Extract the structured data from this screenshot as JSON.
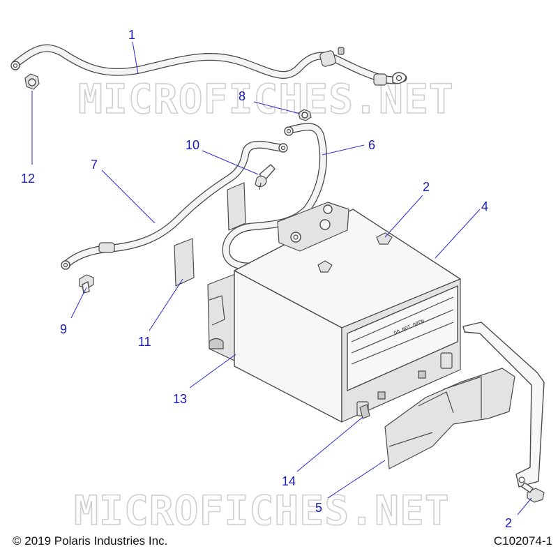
{
  "watermark": "MICROFICHES.NET",
  "callouts": [
    {
      "id": "c1",
      "text": "1"
    },
    {
      "id": "c2a",
      "text": "2"
    },
    {
      "id": "c2b",
      "text": "2"
    },
    {
      "id": "c4",
      "text": "4"
    },
    {
      "id": "c5",
      "text": "5"
    },
    {
      "id": "c6",
      "text": "6"
    },
    {
      "id": "c7",
      "text": "7"
    },
    {
      "id": "c8",
      "text": "8"
    },
    {
      "id": "c9",
      "text": "9"
    },
    {
      "id": "c10",
      "text": "10"
    },
    {
      "id": "c11",
      "text": "11"
    },
    {
      "id": "c12",
      "text": "12"
    },
    {
      "id": "c13",
      "text": "13"
    },
    {
      "id": "c14",
      "text": "14"
    }
  ],
  "battery_label": "DO NOT OPEN",
  "footer": {
    "copyright": "© 2019 Polaris Industries Inc.",
    "figure_id": "C102074-1"
  },
  "colors": {
    "callout": "#1a1ab8",
    "linework": "#4a4a4a",
    "watermark_outline": "#cfcfcf"
  }
}
